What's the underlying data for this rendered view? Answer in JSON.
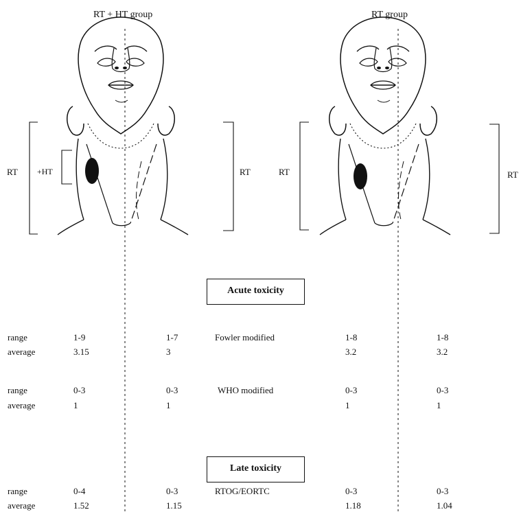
{
  "groups": {
    "left_title": "RT + HT group",
    "right_title": "RT group"
  },
  "labels": {
    "rt": "RT",
    "ht": "+HT"
  },
  "sections": {
    "acute": "Acute toxicity",
    "late": "Late toxicity"
  },
  "rows": [
    {
      "label": "range",
      "lhs": "1-9",
      "lsh": "1-7",
      "scale": "Fowler modified",
      "rhs": "1-8",
      "rsh": "1-8"
    },
    {
      "label": "average",
      "lhs": "3.15",
      "lsh": "3",
      "scale": "",
      "rhs": "3.2",
      "rsh": "3.2"
    },
    {
      "label": "range",
      "lhs": "0-3",
      "lsh": "0-3",
      "scale": "WHO modified",
      "rhs": "0-3",
      "rsh": "0-3"
    },
    {
      "label": "average",
      "lhs": "1",
      "lsh": "1",
      "scale": "",
      "rhs": "1",
      "rsh": "1"
    },
    {
      "label": "range",
      "lhs": "0-4",
      "lsh": "0-3",
      "scale": "RTOG/EORTC",
      "rhs": "0-3",
      "rsh": "0-3"
    },
    {
      "label": "average",
      "lhs": "1.52",
      "lsh": "1.15",
      "scale": "",
      "rhs": "1.18",
      "rsh": "1.04"
    }
  ]
}
